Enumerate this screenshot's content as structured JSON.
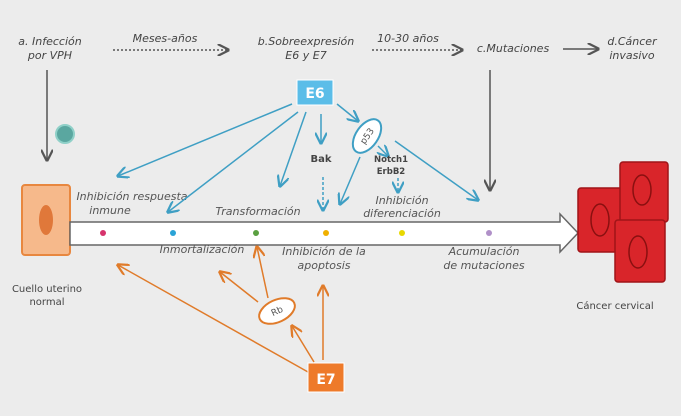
{
  "header": {
    "step_a": [
      "a. Infección",
      "por VPH"
    ],
    "interval_1": "Meses-años",
    "step_b": [
      "b.Sobreexpresión",
      "E6 y E7"
    ],
    "interval_2": "10-30 años",
    "step_c": "c.Mutaciones",
    "step_d": [
      "d.Cáncer",
      "invasivo"
    ]
  },
  "proteins": {
    "e6": "E6",
    "e7": "E7",
    "p53": "p53",
    "rb": "Rb",
    "bak": "Bak",
    "notch": [
      "Notch1",
      "ErbB2"
    ]
  },
  "effects": {
    "immune": [
      "Inhibición respuesta",
      "inmune"
    ],
    "transformation": "Transformación",
    "differentiation": [
      "Inhibición",
      "diferenciación"
    ],
    "immortalization": "Inmortalización",
    "apoptosis": [
      "Inhibición de la",
      "apoptosis"
    ],
    "mutations": [
      "Acumulación",
      "de mutaciones"
    ]
  },
  "cells": {
    "normal": [
      "Cuello uterino",
      "normal"
    ],
    "cancer": "Cáncer cervical"
  },
  "colors": {
    "e6": "#5bbde8",
    "e7": "#ee7a2a",
    "blue_arrow": "#3f9fc4",
    "orange_arrow": "#e07b2a"
  }
}
